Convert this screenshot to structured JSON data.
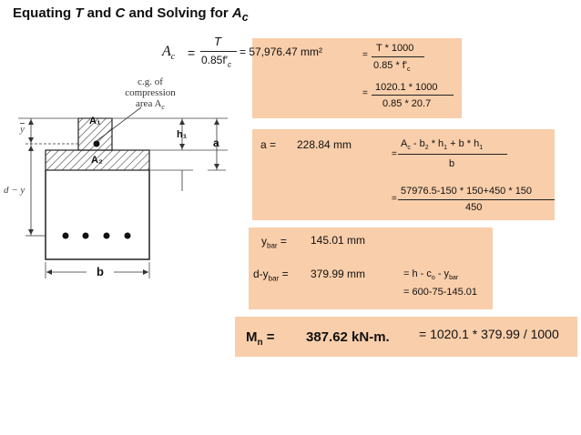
{
  "title": {
    "prefix": "Equating ",
    "t": "T",
    "and": " and ",
    "c": "C",
    "suffix": " and Solving for ",
    "ac": "A",
    "ac_sub": "c"
  },
  "formula_ac": {
    "lhs": "A",
    "lhs_sub": "c",
    "eq": "=",
    "num": "T",
    "den": "0.85f′",
    "den_sub": "c",
    "result": "= 57,976.47 mm²"
  },
  "ac_calc": {
    "eq1": "=",
    "num1": "T * 1000",
    "den1": "0.85 * f'",
    "den1_sub": "c",
    "eq2": "=",
    "num2": "1020.1 * 1000",
    "den2": "0.85 * 20.7"
  },
  "figure": {
    "cg_label_1": "c.g. of",
    "cg_label_2": "compression",
    "cg_label_3": "area A",
    "cg_label_3_sub": "c",
    "a1": "A₁",
    "a2": "A₂",
    "h1": "h₁",
    "a": "a",
    "ybar": "y",
    "d_ybar": "d − y",
    "b": "b"
  },
  "a_calc": {
    "label": "a =",
    "value": "228.84 mm",
    "eq1": "=",
    "num1": "A_c - b_2 * h_1 + b * h_1",
    "den1": "b",
    "eq2": "=",
    "num2": "57976.5-150 * 150+450 * 150",
    "den2": "450"
  },
  "ybar_calc": {
    "ybar_label": "y",
    "ybar_sub": "bar",
    "ybar_eq": " =",
    "ybar_value": "145.01 mm",
    "dy_label": "d-y",
    "dy_sub": "bar",
    "dy_eq": " =",
    "dy_value": "379.99 mm",
    "expr1": "= h - c",
    "expr1_sub": "o",
    "expr1_tail": " - y",
    "expr1_tail_sub": "bar",
    "expr2": "= 600-75-145.01"
  },
  "mn_calc": {
    "label": "M",
    "label_sub": "n",
    "label_eq": " =",
    "value": "387.62 kN-m.",
    "expr": "= 1020.1 * 379.99 / 1000"
  }
}
